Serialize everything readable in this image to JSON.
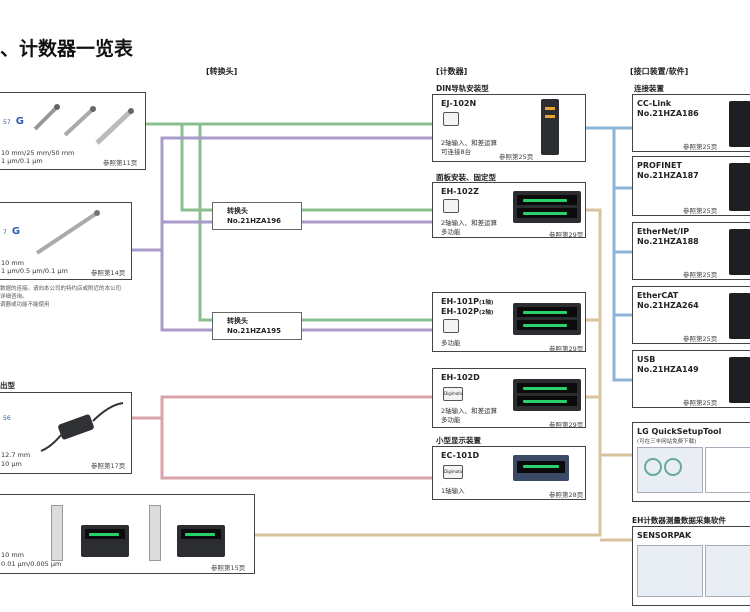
{
  "title": "、计数器一览表",
  "columns": {
    "converter": "[转换头]",
    "counter": "[计数器]",
    "interface": "[接口装置/软件]"
  },
  "sensors": [
    {
      "brand": "G",
      "brand_prefix": "57",
      "spec1": "10 mm/25 mm/50 mm",
      "spec2": "1 μm/0.1 μm",
      "ref": "参照第11页"
    },
    {
      "brand": "G",
      "brand_prefix": "7",
      "spec1": "10 mm",
      "spec2": "1 μm/0.5 μm/0.1 μm",
      "ref": "参照第14页",
      "notes": [
        "数据的连接。请向本公司的特约店或附近的本公司",
        "详细咨询。",
        "调器或功能不能使用"
      ]
    },
    {
      "header": "出型",
      "brand_prefix": "56",
      "spec1": "12.7 mm",
      "spec2": "10 μm",
      "ref": "参照第17页"
    },
    {
      "spec1": "10 mm",
      "spec2": "0.01 μm/0.005 μm",
      "ref": "参照第15页"
    }
  ],
  "converters": [
    {
      "line1": "转换头",
      "line2": "No.21HZA196"
    },
    {
      "line1": "转换头",
      "line2": "No.21HZA195"
    }
  ],
  "counter_groups": [
    "DIN导轨安装型",
    "面板安装、固定型",
    "小型显示装置"
  ],
  "counters": [
    {
      "name": "EJ-102N",
      "desc1": "2轴输入、和差运算",
      "desc2": "可连接8台",
      "ref": "参照第25页",
      "icon": "multi-function-icon"
    },
    {
      "name": "EH-102Z",
      "desc1": "2轴输入、和差运算",
      "desc2": "多功能",
      "ref": "参照第29页",
      "icon": "multi-function-icon"
    },
    {
      "name": "EH-101P",
      "name_suffix": "(1轴)",
      "name2": "EH-102P",
      "name2_suffix": "(2轴)",
      "desc1": "多功能",
      "ref": "参照第29页",
      "icon": "multi-function-icon"
    },
    {
      "name": "EH-102D",
      "desc1": "2轴输入、和差运算",
      "desc2": "多功能",
      "ref": "参照第29页",
      "icon": "digimatic-icon",
      "icon_text": "Digimatic"
    },
    {
      "name": "EC-101D",
      "desc1": "1轴输入",
      "ref": "参照第28页",
      "icon": "digimatic-icon",
      "icon_text": "Digimatic"
    }
  ],
  "interface_group": "连接装置",
  "interfaces": [
    {
      "line1": "CC-Link",
      "line2": "No.21HZA186",
      "ref": "参照第25页"
    },
    {
      "line1": "PROFINET",
      "line2": "No.21HZA187",
      "ref": "参照第25页"
    },
    {
      "line1": "EtherNet/IP",
      "line2": "No.21HZA188",
      "ref": "参照第25页"
    },
    {
      "line1": "EtherCAT",
      "line2": "No.21HZA264",
      "ref": "参照第25页"
    },
    {
      "line1": "USB",
      "line2": "No.21HZA149",
      "ref": "参照第25页"
    }
  ],
  "software": [
    {
      "name": "LG QuickSetupTool",
      "note": "(可在三丰网站免费下载)"
    },
    {
      "group": "EH计数器测量数据采集软件",
      "name": "SENSORPAK"
    }
  ],
  "colors": {
    "green": "#8cbf8f",
    "purple": "#a89bc9",
    "pink": "#d9a1a8",
    "tan": "#d8c39e",
    "blue": "#8fb4d9",
    "brand": "#2a5db0"
  }
}
